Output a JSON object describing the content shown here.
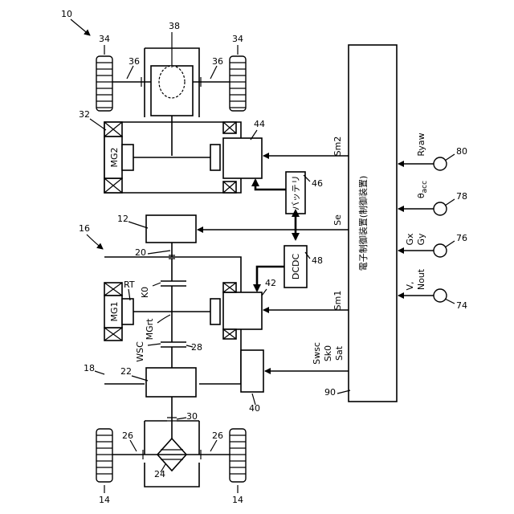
{
  "refs": {
    "r10": "10",
    "r16": "16",
    "r12": "12",
    "r18": "18",
    "r20": "20",
    "r22": "22",
    "r24": "24",
    "r26": "26",
    "r28": "28",
    "r30": "30",
    "r32": "32",
    "r34": "34",
    "r36": "36",
    "r38": "38",
    "r40": "40",
    "r42": "42",
    "r44": "44",
    "r46": "46",
    "r48": "48",
    "r14": "14",
    "r74": "74",
    "r76": "76",
    "r78": "78",
    "r80": "80",
    "r90": "90"
  },
  "labels": {
    "mg1": "MG1",
    "mg2": "MG2",
    "rt": "RT",
    "k0": "K0",
    "mgrt": "MGrt",
    "wsc": "WSC",
    "dcdc": "DCDC",
    "battery": "バッテリ",
    "ecu": "電子制御装置(制御装置)",
    "sm2": "Sm2",
    "se": "Se",
    "sm1": "Sm1",
    "swsc": "Swsc",
    "sk0": "Sk0",
    "sat": "Sat",
    "ryaw": "Ryaw",
    "theta": "θ",
    "acc": "acc",
    "gx": "Gx",
    "gy": "Gy",
    "v": "V,",
    "nout": "Nout"
  }
}
